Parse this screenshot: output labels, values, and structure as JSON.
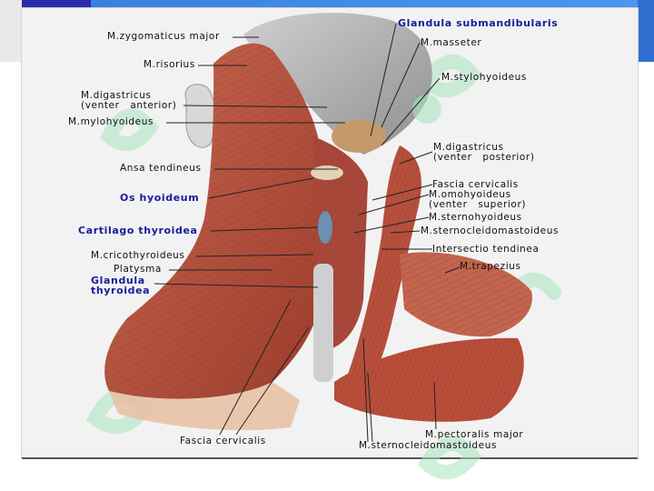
{
  "labels": {
    "zygomaticus": "M.zygomaticus major",
    "risorius": "M.risorius",
    "digastricus_ant": "M.digastricus\n(venter   anterior)",
    "mylohyoideus": "M.mylohyoideus",
    "ansa": "Ansa tendineus",
    "os_hyoideum": "Os hyoideum",
    "cartilago": "Cartilago thyroidea",
    "cricothyroideus": "M.cricothyroideus",
    "platysma": "Platysma",
    "glandula_thyr": "Glandula\nthyroidea",
    "fascia_left": "Fascia cervicalis",
    "gland_submand": "Glandula submandibularis",
    "masseter": "M.masseter",
    "stylohyoideus": "M.stylohyoideus",
    "digastricus_post": "M.digastricus\n(venter   posterior)",
    "fascia_right": "Fascia cervicalis",
    "omohyoideus": "M.omohyoideus\n(venter   superior)",
    "sternohyoideus": "M.sternohyoideus",
    "scm_upper": "M.sternocleidomastoideus",
    "intersectio": "Intersectio tendinea",
    "trapezius": "M.trapezius",
    "pectoralis": "M.pectoralis major",
    "scm_lower": "M.sternocleidomastoideus"
  },
  "colors": {
    "label_text": "#111111",
    "emphasis_label": "#1a1a9c",
    "muscle": "#b4503c",
    "muscle_light": "#d68a72",
    "skin": "#e8c0a2",
    "head": "#b9b9b9",
    "watermark": "#a8e6c0"
  }
}
